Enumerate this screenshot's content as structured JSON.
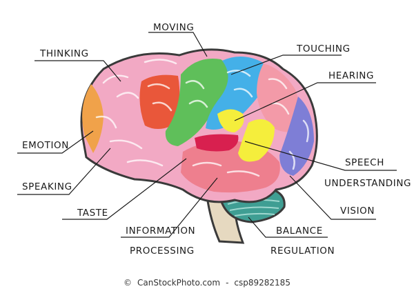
{
  "labels": {
    "moving": "MOVING",
    "thinking": "THINKING",
    "touching": "TOUCHING",
    "hearing": "HEARING",
    "emotion": "EMOTION",
    "speaking": "SPEAKING",
    "speech": "SPEECH",
    "understanding": "UNDERSTANDING",
    "taste": "TASTE",
    "vision": "VISION",
    "information": "INFORMATION",
    "processing": "PROCESSING",
    "balance": "BALANCE",
    "regulation": "REGULATION"
  },
  "credit": {
    "symbol": "©",
    "site": "CanStockPhoto.com",
    "separator": "-",
    "id": "csp89282185"
  },
  "colors": {
    "outline": "#3a3a3a",
    "cortex_pink": "#f2a9c4",
    "frontal_orange": "#f0a24a",
    "red_area": "#e9573a",
    "motor_green": "#5fbf5a",
    "sensory_blue": "#44b0e8",
    "parietal_pink": "#f39aa8",
    "temporal_pink": "#ee7f8e",
    "yellow_area": "#f5ee3c",
    "magenta_area": "#d8204f",
    "occipital_purple": "#7e7ed6",
    "cerebellum_teal": "#3f9e93",
    "stem_beige": "#e6d9c0"
  }
}
